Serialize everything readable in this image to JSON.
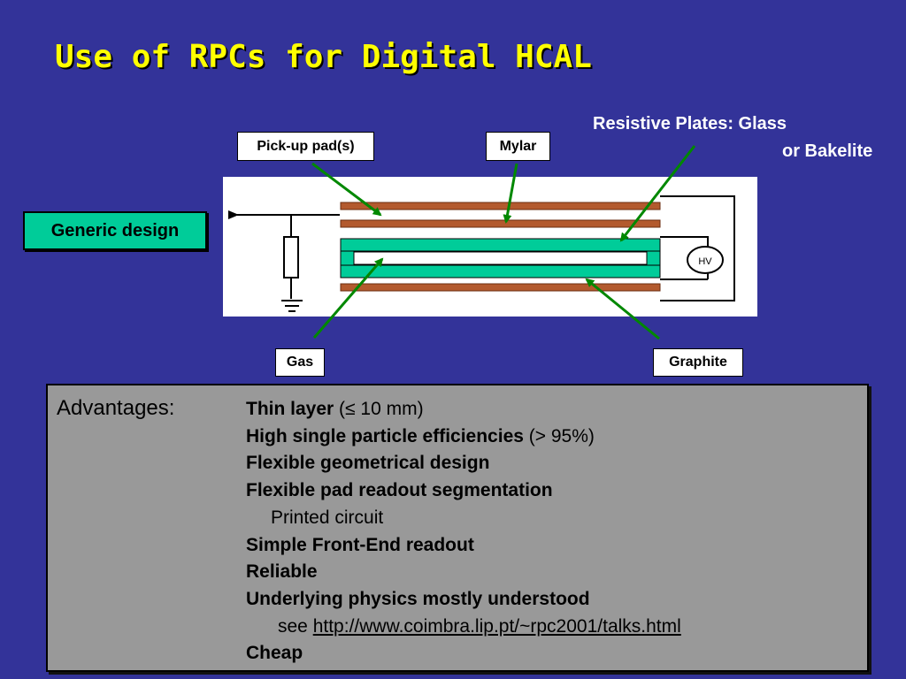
{
  "slide": {
    "title": "Use of RPCs for Digital HCAL",
    "background": "#333399",
    "title_color": "#ffff00"
  },
  "diagram": {
    "callouts": {
      "pickup": "Pick-up pad(s)",
      "mylar": "Mylar",
      "gas": "Gas",
      "graphite": "Graphite"
    },
    "resistive_line1": "Resistive Plates: Glass",
    "resistive_line2": "or Bakelite",
    "hv_label": "HV",
    "generic_design": "Generic design",
    "colors": {
      "copper": "#b35a2e",
      "plate": "#00cc99",
      "arrow": "#008800"
    }
  },
  "advantages": {
    "heading": "Advantages:",
    "items": [
      {
        "bold": "Thin layer",
        "normal": " (≤ 10 mm)"
      },
      {
        "bold": "High single particle efficiencies",
        "normal": " (> 95%)"
      },
      {
        "bold": "Flexible geometrical design",
        "normal": ""
      },
      {
        "bold": "Flexible pad readout segmentation",
        "normal": ""
      },
      {
        "sub": "Printed circuit"
      },
      {
        "bold": "Simple Front-End readout",
        "normal": ""
      },
      {
        "bold": "Reliable",
        "normal": ""
      },
      {
        "bold": "Underlying physics mostly understood",
        "normal": ""
      },
      {
        "see_prefix": "see ",
        "link": "http://www.coimbra.lip.pt/~rpc2001/talks.html"
      },
      {
        "bold": "Cheap",
        "normal": ""
      }
    ]
  }
}
